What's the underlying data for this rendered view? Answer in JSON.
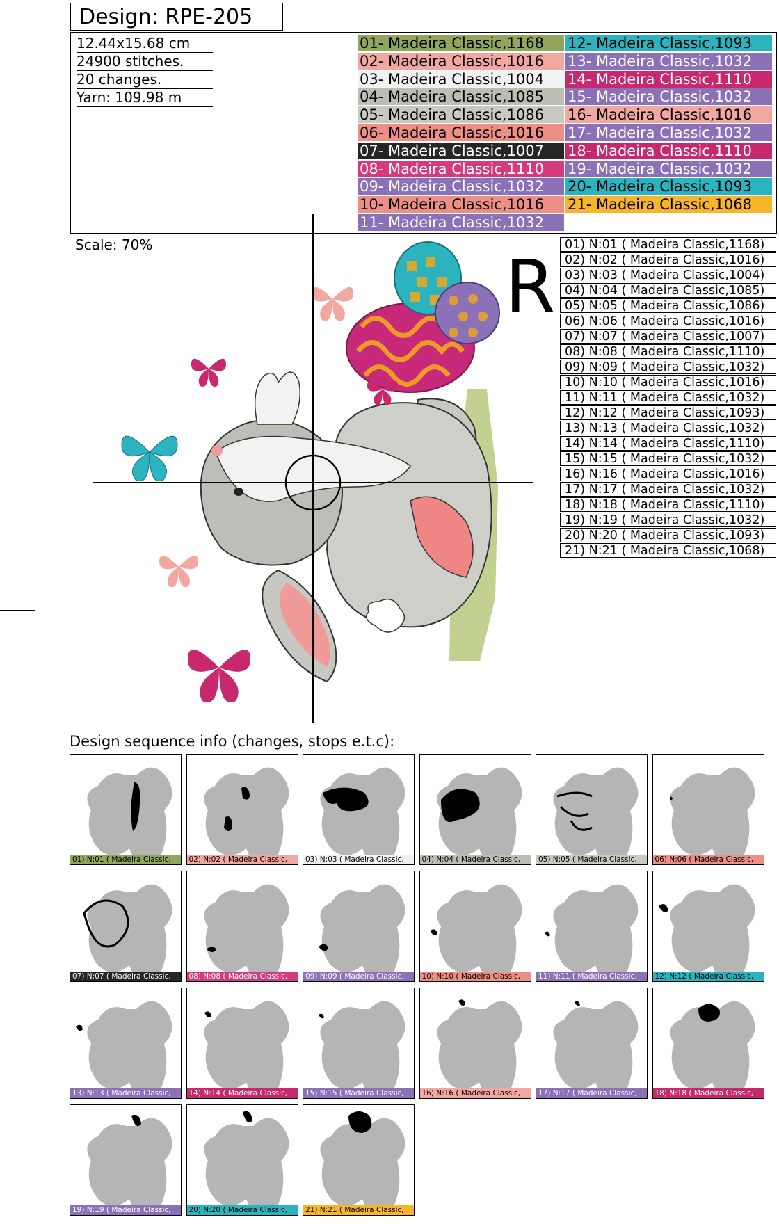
{
  "design": {
    "title": "Design: RPE-205",
    "size": "12.44x15.68 cm",
    "stitches": "24900 stitches.",
    "changes": "20 changes.",
    "yarn": "Yarn: 109.98 m",
    "scale": "Scale: 70%",
    "orientation_mark": "R"
  },
  "colors": [
    {
      "label": "01- Madeira Classic,1168",
      "bg": "#8FA65C",
      "fg": "#000000"
    },
    {
      "label": "02- Madeira Classic,1016",
      "bg": "#F2A7A0",
      "fg": "#000000"
    },
    {
      "label": "03- Madeira Classic,1004",
      "bg": "#F2F2F2",
      "fg": "#000000"
    },
    {
      "label": "04- Madeira Classic,1085",
      "bg": "#BDBDB6",
      "fg": "#000000"
    },
    {
      "label": "05- Madeira Classic,1086",
      "bg": "#C9C9C2",
      "fg": "#000000"
    },
    {
      "label": "06- Madeira Classic,1016",
      "bg": "#EE8F85",
      "fg": "#000000"
    },
    {
      "label": "07- Madeira Classic,1007",
      "bg": "#262626",
      "fg": "#FFFFFF"
    },
    {
      "label": "08- Madeira Classic,1110",
      "bg": "#D43A7E",
      "fg": "#FFFFFF"
    },
    {
      "label": "09- Madeira Classic,1032",
      "bg": "#8B72B8",
      "fg": "#FFFFFF"
    },
    {
      "label": "10- Madeira Classic,1016",
      "bg": "#EE8F85",
      "fg": "#000000"
    },
    {
      "label": "11- Madeira Classic,1032",
      "bg": "#8B72B8",
      "fg": "#FFFFFF"
    },
    {
      "label": "12- Madeira Classic,1093",
      "bg": "#2BB3C0",
      "fg": "#000000"
    },
    {
      "label": "13- Madeira Classic,1032",
      "bg": "#8B72B8",
      "fg": "#FFFFFF"
    },
    {
      "label": "14- Madeira Classic,1110",
      "bg": "#C8286E",
      "fg": "#FFFFFF"
    },
    {
      "label": "15- Madeira Classic,1032",
      "bg": "#8B72B8",
      "fg": "#FFFFFF"
    },
    {
      "label": "16- Madeira Classic,1016",
      "bg": "#F2A7A0",
      "fg": "#000000"
    },
    {
      "label": "17- Madeira Classic,1032",
      "bg": "#8B72B8",
      "fg": "#FFFFFF"
    },
    {
      "label": "18- Madeira Classic,1110",
      "bg": "#C8286E",
      "fg": "#FFFFFF"
    },
    {
      "label": "19- Madeira Classic,1032",
      "bg": "#8B72B8",
      "fg": "#FFFFFF"
    },
    {
      "label": "20- Madeira Classic,1093",
      "bg": "#2BB3C0",
      "fg": "#000000"
    },
    {
      "label": "21- Madeira Classic,1068",
      "bg": "#F7B52C",
      "fg": "#000000"
    }
  ],
  "needles": [
    "01) N:01 ( Madeira Classic,1168)",
    "02) N:02 ( Madeira Classic,1016)",
    "03) N:03 ( Madeira Classic,1004)",
    "04) N:04 ( Madeira Classic,1085)",
    "05) N:05 ( Madeira Classic,1086)",
    "06) N:06 ( Madeira Classic,1016)",
    "07) N:07 ( Madeira Classic,1007)",
    "08) N:08 ( Madeira Classic,1110)",
    "09) N:09 ( Madeira Classic,1032)",
    "10) N:10 ( Madeira Classic,1016)",
    "11) N:11 ( Madeira Classic,1032)",
    "12) N:12 ( Madeira Classic,1093)",
    "13) N:13 ( Madeira Classic,1032)",
    "14) N:14 ( Madeira Classic,1110)",
    "15) N:15 ( Madeira Classic,1032)",
    "16) N:16 ( Madeira Classic,1016)",
    "17) N:17 ( Madeira Classic,1032)",
    "18) N:18 ( Madeira Classic,1110)",
    "19) N:19 ( Madeira Classic,1032)",
    "20) N:20 ( Madeira Classic,1093)",
    "21) N:21 ( Madeira Classic,1068)"
  ],
  "sequence": {
    "title": "Design sequence info (changes, stops e.t.c):",
    "labels": [
      "01) N:01 ( Madeira Classic,",
      "02) N:02 ( Madeira Classic,",
      "03) N:03 ( Madeira Classic,",
      "04) N:04 ( Madeira Classic,",
      "05) N:05 ( Madeira Classic,",
      "06) N:06 ( Madeira Classic,",
      "07) N:07 ( Madeira Classic,",
      "08) N:08 ( Madeira Classic,",
      "09) N:09 ( Madeira Classic,",
      "10) N:10 ( Madeira Classic,",
      "11) N:11 ( Madeira Classic,",
      "12) N:12 ( Madeira Classic,",
      "13) N:13 ( Madeira Classic,",
      "14) N:14 ( Madeira Classic,",
      "15) N:15 ( Madeira Classic,",
      "16) N:16 ( Madeira Classic,",
      "17) N:17 ( Madeira Classic,",
      "18) N:18 ( Madeira Classic,",
      "19) N:19 ( Madeira Classic,",
      "20) N:20 ( Madeira Classic,",
      "21) N:21 ( Madeira Classic,"
    ]
  }
}
